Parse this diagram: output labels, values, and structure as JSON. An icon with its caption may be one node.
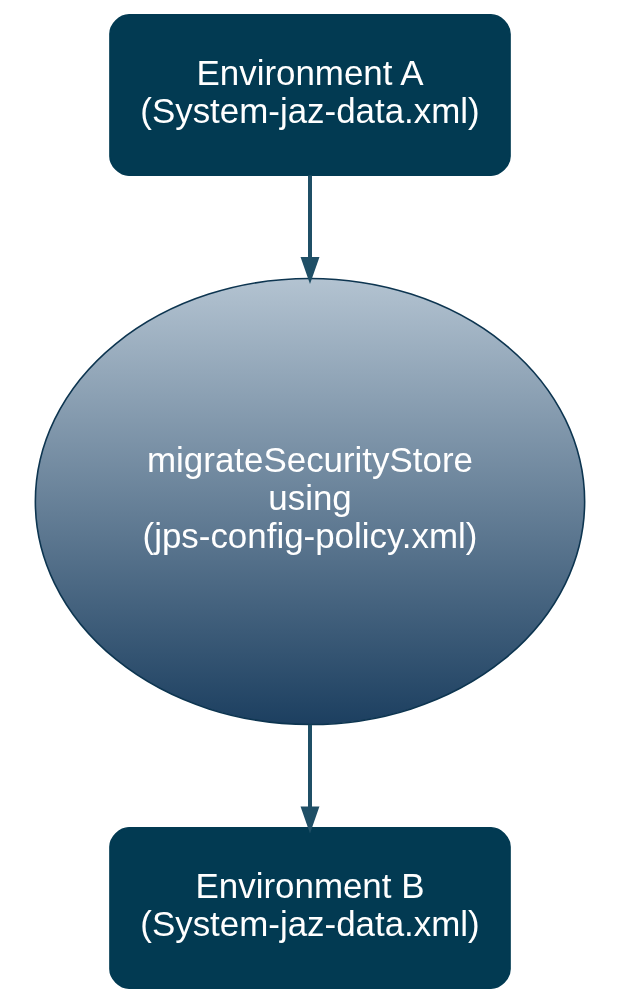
{
  "diagram": {
    "nodes": [
      {
        "text": [
          "Environment A",
          "(System-jaz-data.xml)"
        ]
      },
      {
        "text": [
          "migrateSecurityStore using (jps-config-policy.xml)"
        ]
      },
      {
        "text": [
          "Environment B",
          "(System-jaz-data.xml)"
        ]
      }
    ],
    "edges": [
      {
        "from": 0,
        "to": 1,
        "arrow": "to"
      },
      {
        "from": 1,
        "to": 2,
        "arrow": "to"
      }
    ]
  }
}
